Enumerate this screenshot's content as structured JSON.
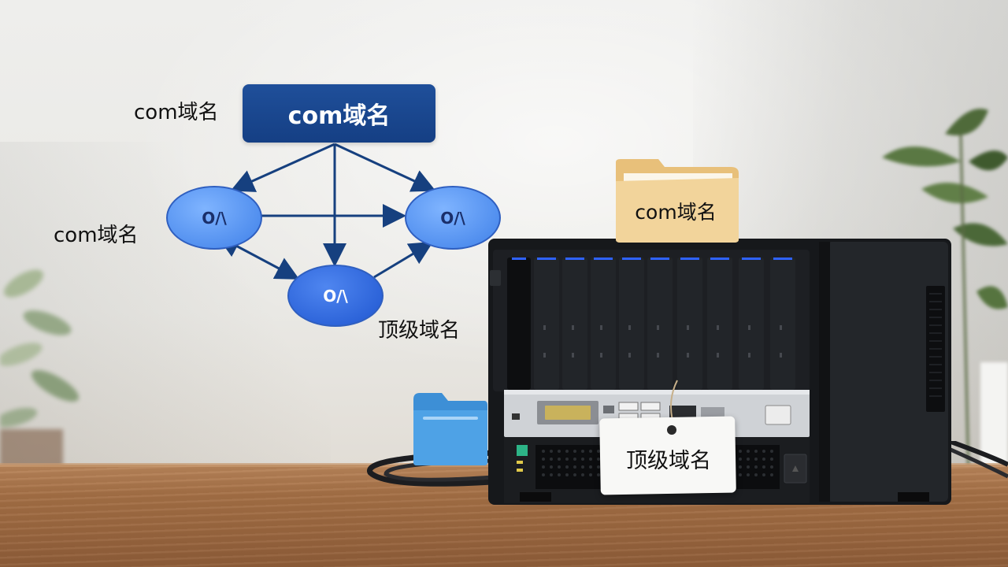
{
  "scene": {
    "diagram": {
      "root_box_label": "com域名",
      "root_side_label": "com域名",
      "left_side_label": "com域名",
      "bottom_side_label": "顶级域名",
      "node_left_label": "O/\\",
      "node_right_label": "O/\\",
      "node_bottom_label": "O/\\"
    },
    "folder_tan_label": "com域名",
    "server_tag_label": "顶级域名",
    "colors": {
      "root_box": "#1a4890",
      "node_light": "#5a98f5",
      "node_dark": "#2a64dc",
      "arrow": "#16407f",
      "desk": "#a46f45",
      "folder_tan": "#f0cf8e",
      "folder_blue": "#4a9ee0",
      "server_body": "#1c1e21"
    },
    "icons": [
      "folder-icon",
      "tag-icon"
    ]
  }
}
